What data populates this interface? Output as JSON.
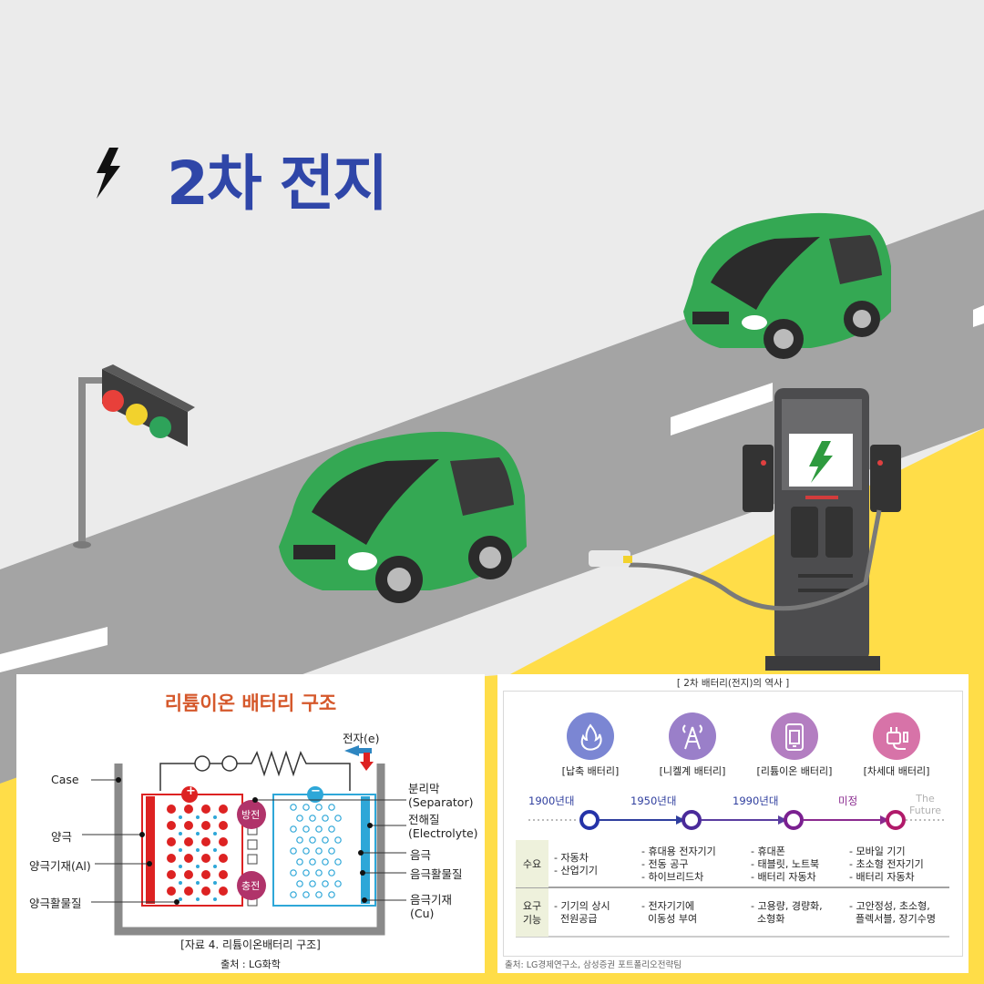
{
  "header": {
    "title": "2차 전지"
  },
  "structure": {
    "title": "리튬이온 배터리 구조",
    "labels": {
      "case": "Case",
      "cathode": "양극",
      "cathode_substrate": "양극기재(Al)",
      "cathode_active": "양극활물질",
      "electron": "전자(e)",
      "separator": "분리막\n(Separator)",
      "electrolyte": "전해질\n(Electrolyte)",
      "anode": "음극",
      "anode_active": "음극활물질",
      "anode_substrate": "음극기재\n(Cu)",
      "discharge": "방전",
      "charge": "충전",
      "plus": "+",
      "minus": "−"
    },
    "caption": "[자료 4. 리튬이온배터리 구조]",
    "source": "출처 : LG화학"
  },
  "history": {
    "heading": "[ 2차 배터리(전지)의 역사 ]",
    "types": [
      {
        "label": "[납축 배터리]",
        "icon": "flame-icon",
        "color": "#7b86d3"
      },
      {
        "label": "[니켈계 배터리]",
        "icon": "tower-icon",
        "color": "#9a7fc9"
      },
      {
        "label": "[리튬이온 배터리]",
        "icon": "phone-battery-icon",
        "color": "#b37ec1"
      },
      {
        "label": "[차세대 배터리]",
        "icon": "plug-icon",
        "color": "#d773a8"
      }
    ],
    "eras": [
      "1900년대",
      "1950년대",
      "1990년대",
      "미정"
    ],
    "future": "The\nFuture",
    "rows": [
      {
        "header": "수요",
        "cells": [
          "- 자동차\n- 산업기기",
          "- 휴대용 전자기기\n- 전동 공구\n- 하이브리드차",
          "- 휴대폰\n- 태블릿, 노트북\n- 배터리 자동차",
          "- 모바일 기기\n- 초소형 전자기기\n- 배터리 자동차"
        ]
      },
      {
        "header": "요구\n기능",
        "cells": [
          "- 기기의 상시\n  전원공급",
          "- 전자기기에\n  이동성 부여",
          "- 고용량, 경량화,\n  소형화",
          "- 고안정성, 초소형,\n  플렉서블, 장기수명"
        ]
      }
    ],
    "source": "출처: LG경제연구소, 삼성증권 포트폴리오전략팀"
  },
  "colors": {
    "title": "#2f46a8",
    "road": "#a3a3a3",
    "yellow": "#ffdd48",
    "car_green": "#34a853",
    "charger": "#4c4c4e"
  }
}
